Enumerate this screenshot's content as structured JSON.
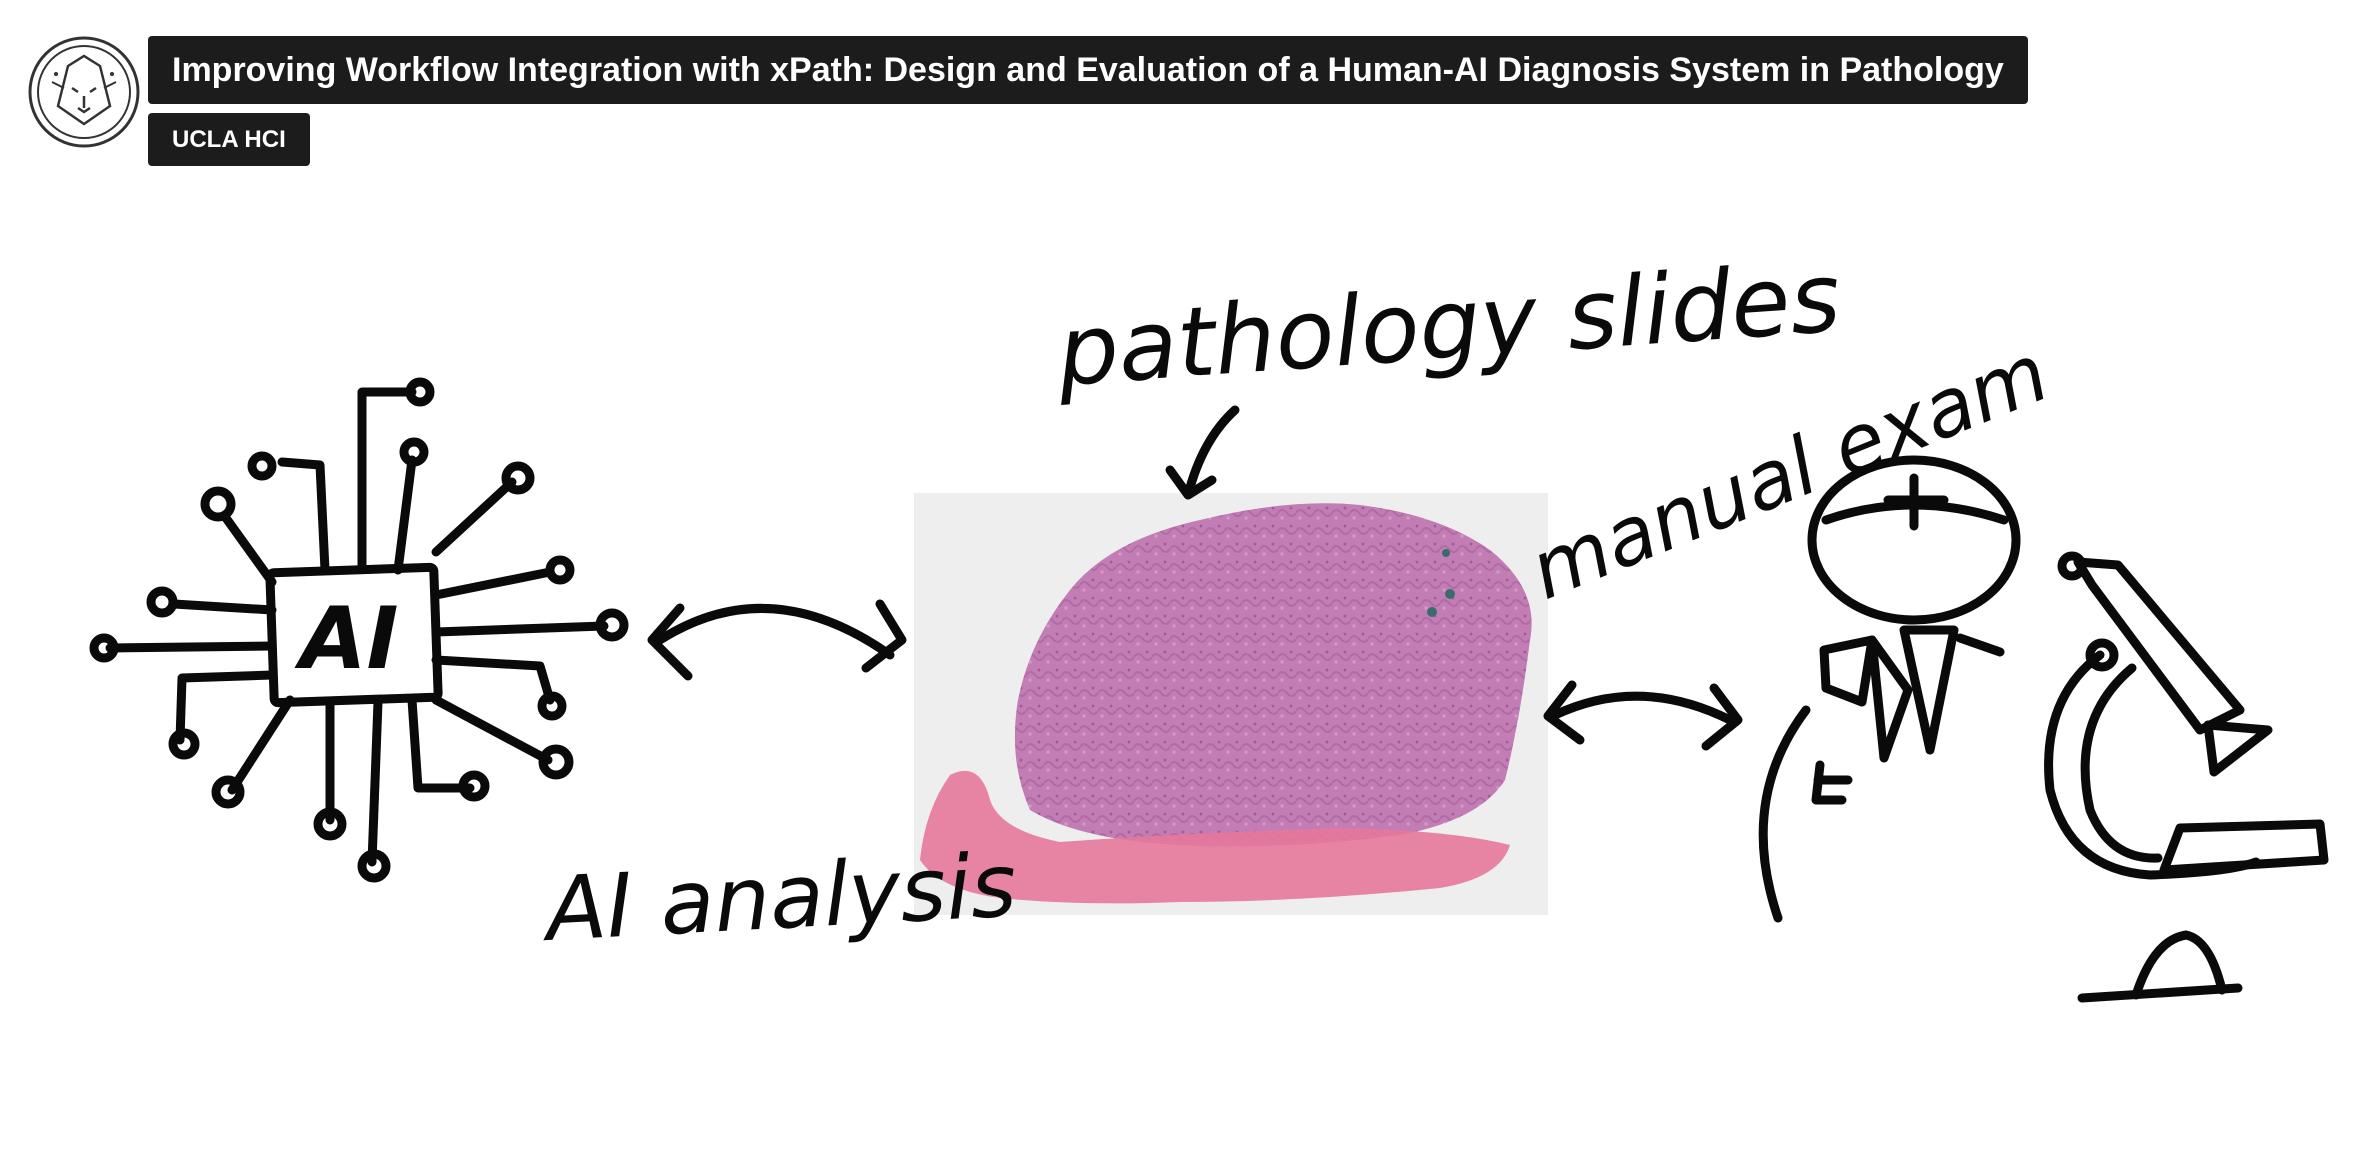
{
  "video": {
    "title": "Improving Workflow Integration with xPath: Design and Evaluation of a Human-AI Diagnosis System in Pathology",
    "channel": "UCLA HCI",
    "channel_logo_icon": "lion-head-logo-icon"
  },
  "drawing": {
    "labels": {
      "pathology_slides": "pathology slides",
      "manual_exam": "manual exam",
      "ai_analysis": "AI analysis",
      "chip_text": "AI"
    },
    "icons": [
      "ai-chip-icon",
      "double-arrow-icon",
      "pathology-slide-image",
      "pathologist-figure-icon",
      "microscope-icon"
    ]
  },
  "colors": {
    "title_bg": "#1c1c1c",
    "title_text": "#ffffff",
    "ink": "#0a0a0a",
    "tissue": "#c07fb3",
    "tissue_edge": "#e2748f",
    "slide_bg": "#eeeeee"
  }
}
